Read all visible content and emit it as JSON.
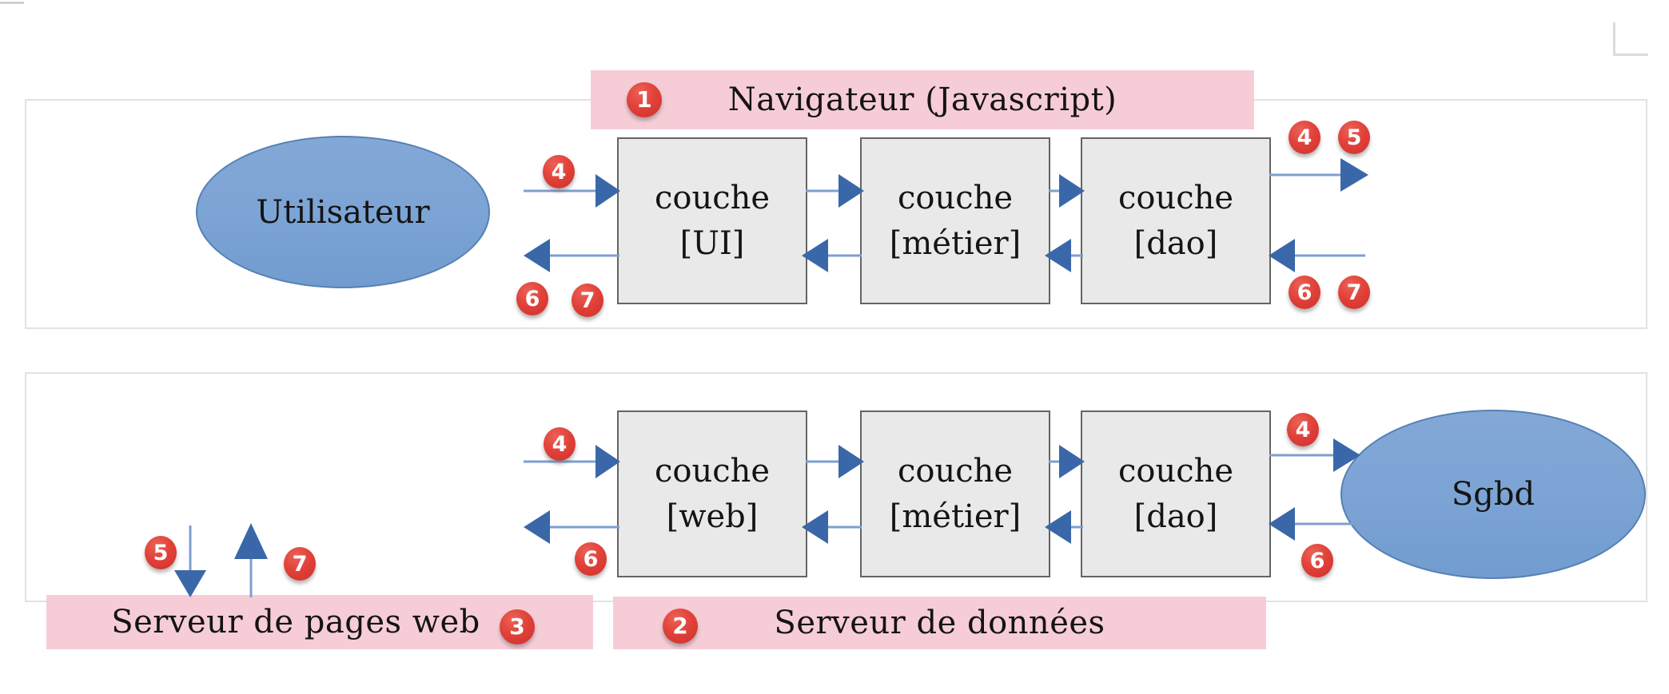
{
  "colors": {
    "pink_bar": "#f6cdd6",
    "badge_red": "#e04038",
    "ellipse_blue": "#7ba3d4",
    "ellipse_border": "#5580b5",
    "box_fill": "#e9e9e9",
    "box_border": "#646464",
    "arrow_line": "#7d9fd0",
    "arrow_head": "#3a67a8",
    "cell_border": "#e2e2e2"
  },
  "bars": {
    "navigator": {
      "badge": "1",
      "label": "Navigateur (Javascript)"
    },
    "pages_web_server": {
      "label": "Serveur de pages web",
      "badge": "3"
    },
    "data_server": {
      "badge": "2",
      "label": "Serveur de données"
    }
  },
  "actors": {
    "user": {
      "label": "Utilisateur"
    },
    "dbms": {
      "label": "Sgbd"
    }
  },
  "layers": {
    "browser": [
      {
        "line1": "couche",
        "line2": "[UI]"
      },
      {
        "line1": "couche",
        "line2": "[métier]"
      },
      {
        "line1": "couche",
        "line2": "[dao]"
      }
    ],
    "server": [
      {
        "line1": "couche",
        "line2": "[web]"
      },
      {
        "line1": "couche",
        "line2": "[métier]"
      },
      {
        "line1": "couche",
        "line2": "[dao]"
      }
    ]
  },
  "flow_badges": {
    "browser_request": "4",
    "browser_response_a": "6",
    "browser_response_b": "7",
    "browser_out_a": "4",
    "browser_out_b": "5",
    "browser_in_a": "6",
    "browser_in_b": "7",
    "server_request": "4",
    "server_response": "6",
    "server_page_down": "5",
    "server_page_up": "7",
    "server_db_out": "4",
    "server_db_in": "6"
  }
}
